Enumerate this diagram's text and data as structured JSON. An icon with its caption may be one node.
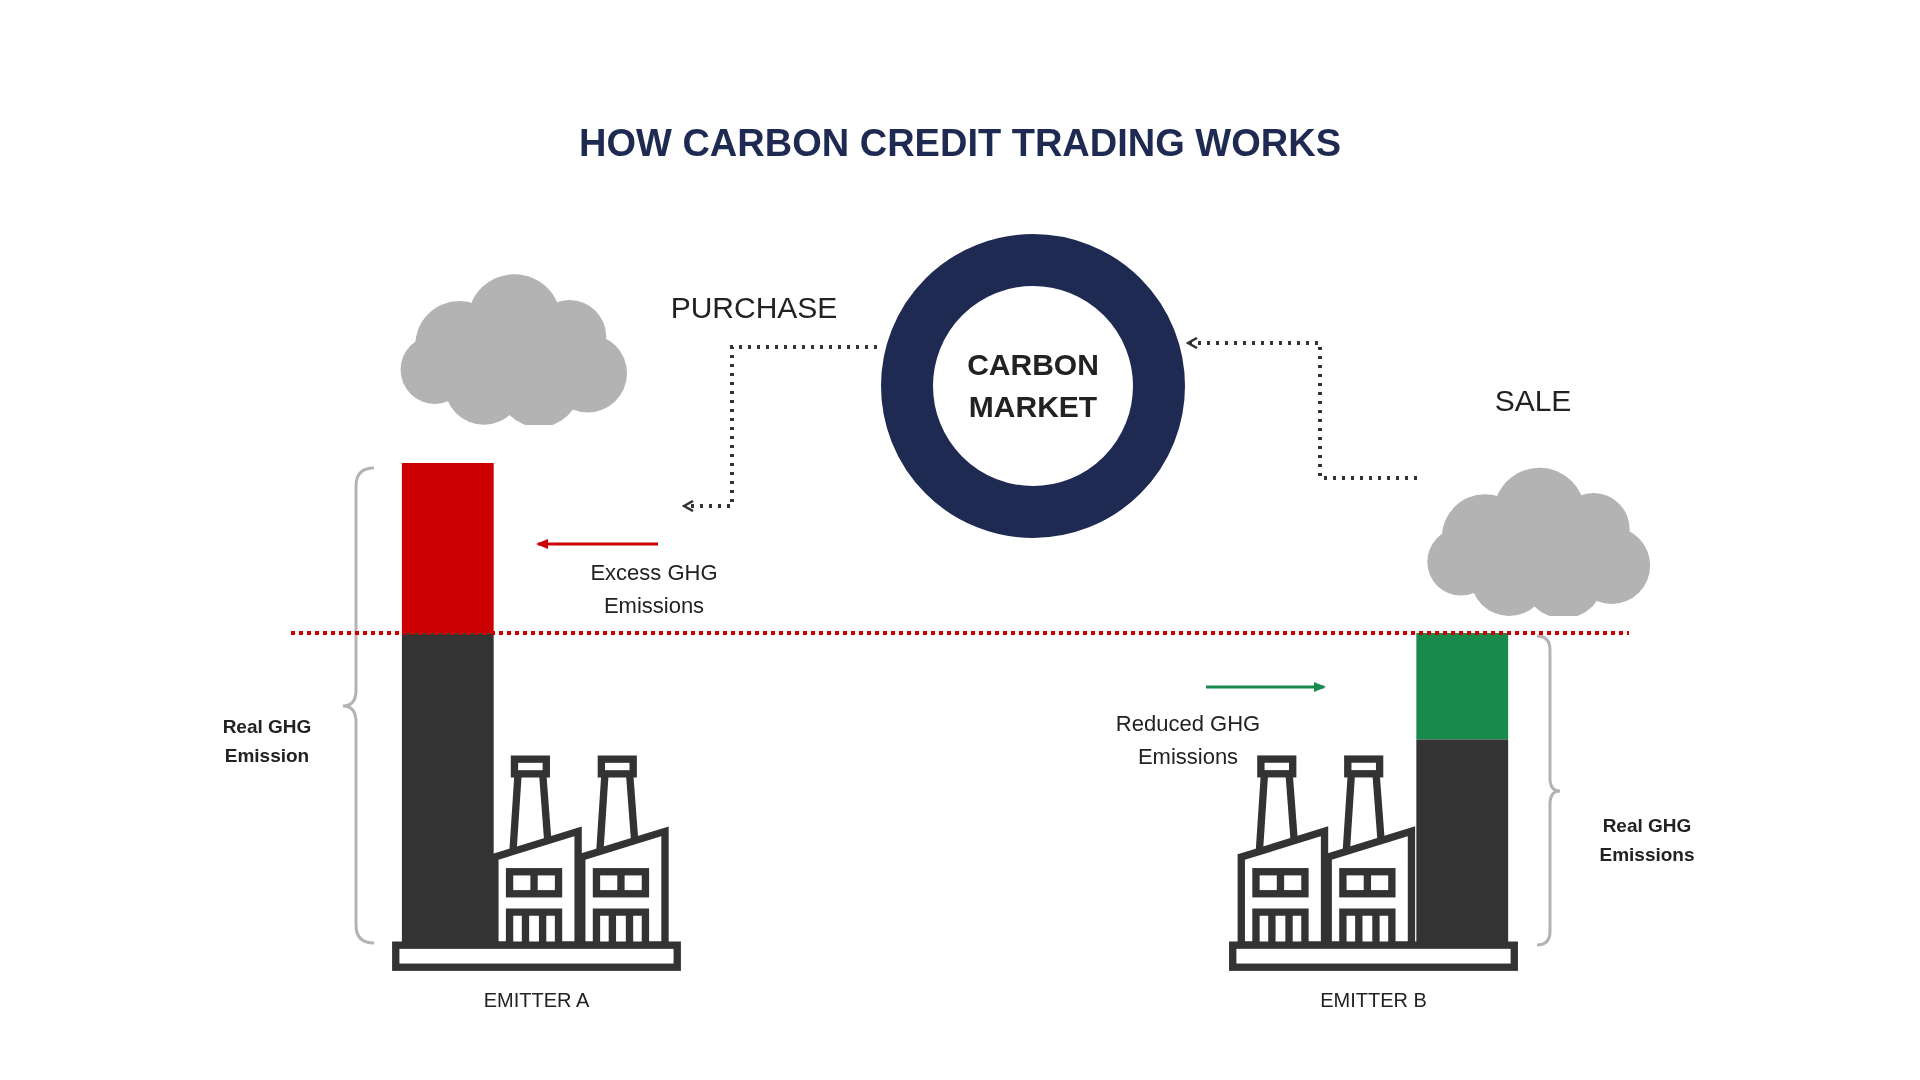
{
  "diagram": {
    "title": "HOW CARBON CREDIT TRADING WORKS",
    "nodes": [
      {
        "text": [
          "CARBON MARKET"
        ]
      },
      {
        "text": [],
        "shape": "cloud"
      },
      {
        "text": [],
        "shape": "cloud"
      },
      {
        "text": [
          "EMITTER A"
        ]
      },
      {
        "text": [
          "EMITTER B"
        ]
      }
    ],
    "edges": [
      {
        "from": 0,
        "to": 3,
        "arrow": "to",
        "style": "dashed",
        "label": "PURCHASE"
      },
      {
        "from": 2,
        "to": 0,
        "arrow": "to",
        "style": "dashed",
        "label": "SALE"
      }
    ],
    "labels": [
      "Excess GHG Emissions",
      "Real GHG Emission",
      "Reduced GHG Emissions",
      "Real GHG Emissions"
    ]
  }
}
